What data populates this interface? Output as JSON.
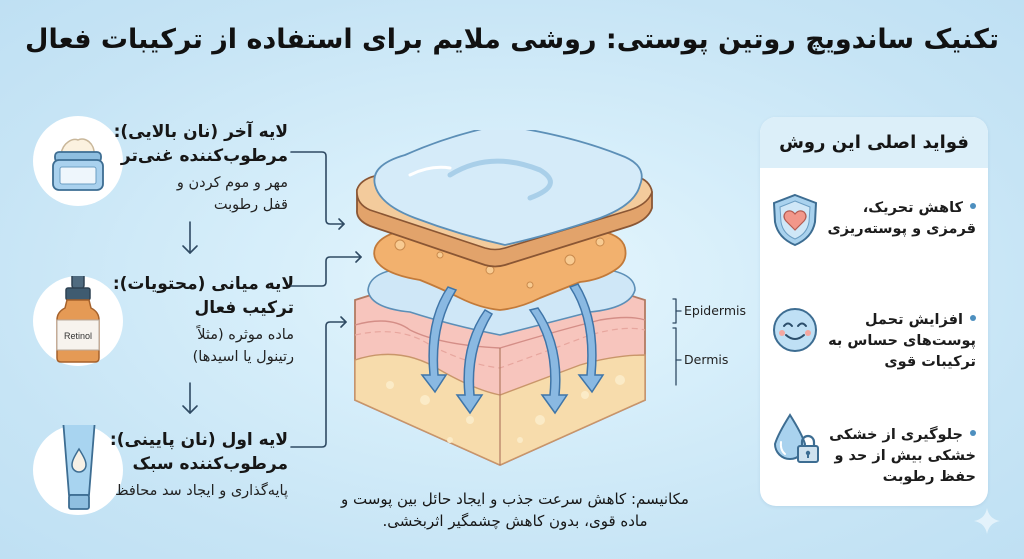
{
  "title": "تکنیک ساندویچ روتین پوستی: روشی ملایم برای استفاده از ترکیبات فعال",
  "steps": [
    {
      "heading_line1": "لایه آخر (نان بالایی):",
      "heading_line2": "مرطوب‌کننده غنی‌تر",
      "desc_line1": "مهر و موم کردن و",
      "desc_line2": "قفل رطوبت",
      "icon": "cream-jar-icon"
    },
    {
      "heading_line1": "لایه میانی (محتویات):",
      "heading_line2": "ترکیب فعال",
      "desc_line1": "ماده موثره (مثلاً",
      "desc_line2": "رتینول یا اسیدها)",
      "icon": "serum-bottle-icon",
      "bottle_label": "Retinol"
    },
    {
      "heading_line1": "لایه اول (نان پایینی):",
      "heading_line2": "مرطوب‌کننده سبک",
      "desc_line1": "پایه‌گذاری و ایجاد سد محافظ",
      "icon": "lotion-tube-icon"
    }
  ],
  "skin_labels": {
    "epidermis": "Epidermis",
    "dermis": "Dermis"
  },
  "mechanism": {
    "line1": "مکانیسم: کاهش سرعت جذب و ایجاد حائل بین پوست و",
    "line2": "ماده قوی، بدون کاهش چشمگیر اثربخشی."
  },
  "benefits_panel": {
    "title": "فواید اصلی این روش",
    "items": [
      {
        "line1": "کاهش تحریک،",
        "line2": "قرمزی و پوسته‌ریزی",
        "icon": "shield-heart-icon"
      },
      {
        "line1": "افزایش تحمل",
        "line2": "پوست‌های حساس به",
        "line3": "ترکیبات قوی",
        "icon": "smiley-face-icon"
      },
      {
        "line1": "جلوگیری از خشکی",
        "line2": "خشکی بیش از حد و",
        "line3": "حفظ رطوبت",
        "icon": "water-drop-lock-icon"
      }
    ]
  },
  "colors": {
    "background": "#c9e6f7",
    "connector": "#2f4a63",
    "bread": "#e6a66c",
    "gel": "#cfe7f7",
    "skin": "#f6c7c0",
    "fat": "#f6dca8",
    "arrow": "#6aa3d6",
    "bullet": "#4d8fbf"
  }
}
